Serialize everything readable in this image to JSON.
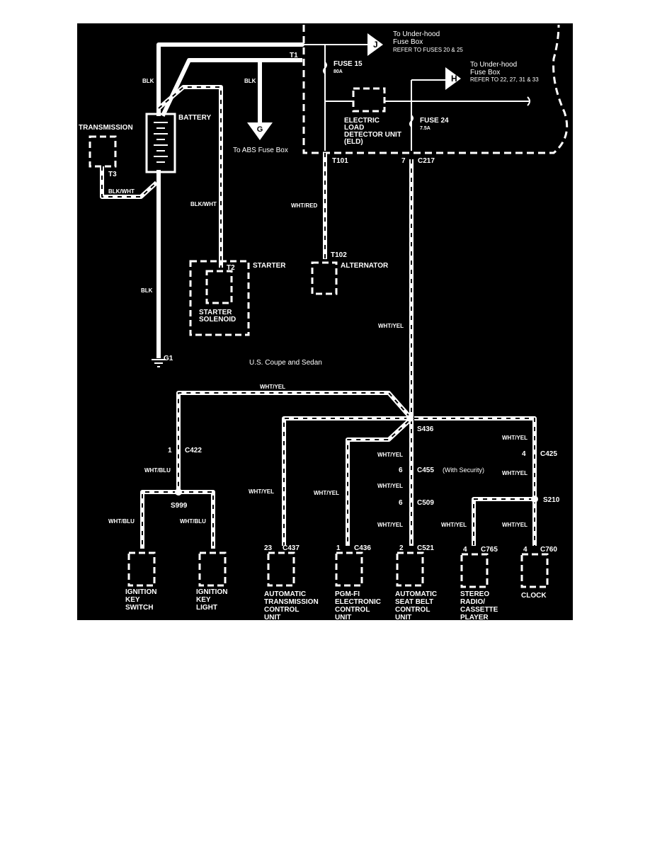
{
  "labels": {
    "to_fuse_j_1": "To Under-hood",
    "to_fuse_j_2": "Fuse Box",
    "to_fuse_j_3": "REFER TO FUSES 20 & 25",
    "to_fuse_h_1": "To Under-hood",
    "to_fuse_h_2": "Fuse Box",
    "to_fuse_h_3": "REFER TO 22, 27, 31 & 33",
    "connector_j": "J",
    "connector_h": "H",
    "connector_g": "G",
    "to_abs": "To ABS Fuse Box",
    "t1": "T1",
    "fuse15": "FUSE 15",
    "fuse15_rating": "80A",
    "fuse24": "FUSE 24",
    "fuse24_rating": "7.5A",
    "eld_1": "ELECTRIC",
    "eld_2": "LOAD",
    "eld_3": "DETECTOR UNIT",
    "eld_4": "(ELD)",
    "blk_a": "BLK",
    "blk_b": "BLK",
    "blk_c": "BLK",
    "battery": "BATTERY",
    "transmission": "TRANSMISSION",
    "t3": "T3",
    "blk_wht_a": "BLK/WHT",
    "blk_wht_b": "BLK/WHT",
    "t101": "T101",
    "pin7": "7",
    "c217": "C217",
    "wht_red": "WHT/RED",
    "t102": "T102",
    "alternator": "ALTERNATOR",
    "t2": "T2",
    "starter": "STARTER",
    "starter_sol_1": "STARTER",
    "starter_sol_2": "SOLENOID",
    "wht_yel_main": "WHT/YEL",
    "g1": "G1",
    "us_coupe": "U.S. Coupe and Sedan",
    "wht_yel_top": "WHT/YEL",
    "s436": "S436",
    "pin1_c422": "1",
    "c422": "C422",
    "wht_blu_a": "WHT/BLU",
    "s999": "S999",
    "wht_blu_b": "WHT/BLU",
    "wht_blu_c": "WHT/BLU",
    "wht_yel_at": "WHT/YEL",
    "wht_yel_pgm": "WHT/YEL",
    "wht_yel_c455": "WHT/YEL",
    "pin6_c455": "6",
    "c455": "C455",
    "with_security": "(With Security)",
    "wht_yel_c509": "WHT/YEL",
    "pin6_c509": "6",
    "c509": "C509",
    "wht_yel_c521": "WHT/YEL",
    "wht_yel_c425a": "WHT/YEL",
    "pin4_c425": "4",
    "c425": "C425",
    "wht_yel_c425b": "WHT/YEL",
    "s210": "S210",
    "wht_yel_radio": "WHT/YEL",
    "wht_yel_clock": "WHT/YEL",
    "pin23": "23",
    "c437": "C437",
    "pin1_c436": "1",
    "c436": "C436",
    "pin2": "2",
    "c521": "C521",
    "pin4_c765": "4",
    "c765": "C765",
    "pin4_c760": "4",
    "c760": "C760",
    "ign_sw_1": "IGNITION",
    "ign_sw_2": "KEY",
    "ign_sw_3": "SWITCH",
    "ign_lt_1": "IGNITION",
    "ign_lt_2": "KEY",
    "ign_lt_3": "LIGHT",
    "atcu_1": "AUTOMATIC",
    "atcu_2": "TRANSMISSION",
    "atcu_3": "CONTROL",
    "atcu_4": "UNIT",
    "pgm_1": "PGM-FI",
    "pgm_2": "ELECTRONIC",
    "pgm_3": "CONTROL",
    "pgm_4": "UNIT",
    "asb_1": "AUTOMATIC",
    "asb_2": "SEAT BELT",
    "asb_3": "CONTROL",
    "asb_4": "UNIT",
    "radio_1": "STEREO",
    "radio_2": "RADIO/",
    "radio_3": "CASSETTE",
    "radio_4": "PLAYER",
    "clock": "CLOCK"
  }
}
